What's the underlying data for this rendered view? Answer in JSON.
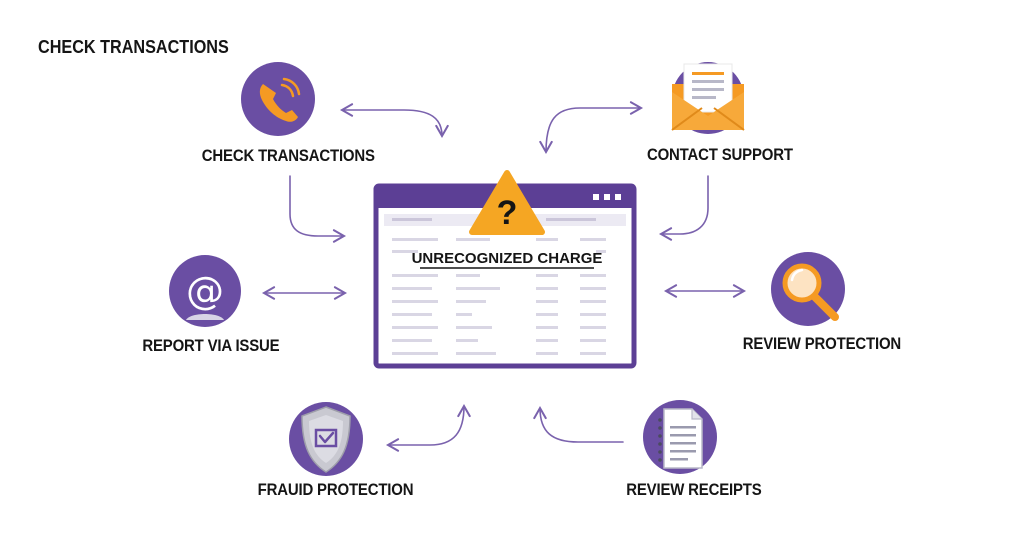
{
  "title": "CHECK TRANSACTIONS",
  "center": {
    "charge_label": "UNRECOGNIZED CHARGE",
    "warning_glyph": "?"
  },
  "nodes": [
    {
      "id": "check-transactions",
      "label": "CHECK TRANSACTIONS",
      "icon": "phone-icon"
    },
    {
      "id": "contact-support",
      "label": "CONTACT SUPPORT",
      "icon": "envelope-icon"
    },
    {
      "id": "report-via-issue",
      "label": "REPORT VIA ISSUE",
      "icon": "at-sign-icon"
    },
    {
      "id": "review-protection",
      "label": "REVIEW PROTECTION",
      "icon": "magnifier-icon"
    },
    {
      "id": "fraud-protection",
      "label": "FRAUID PROTECTION",
      "icon": "shield-icon"
    },
    {
      "id": "review-receipts",
      "label": "REVIEW RECEIPTS",
      "icon": "document-icon"
    }
  ],
  "colors": {
    "accent": "#6a4ea3",
    "window_frame": "#5c3f95",
    "warning": "#f5a623",
    "icon_orange": "#f59a23",
    "arrow": "#7a62ad"
  }
}
